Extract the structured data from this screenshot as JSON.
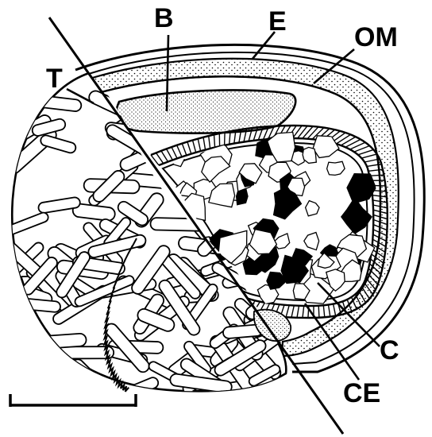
{
  "labels": {
    "b": "B",
    "e": "E",
    "om": "OM",
    "t": "T",
    "c": "C",
    "ce": "CE"
  },
  "colors": {
    "ink": "#000000",
    "paper": "#ffffff"
  }
}
